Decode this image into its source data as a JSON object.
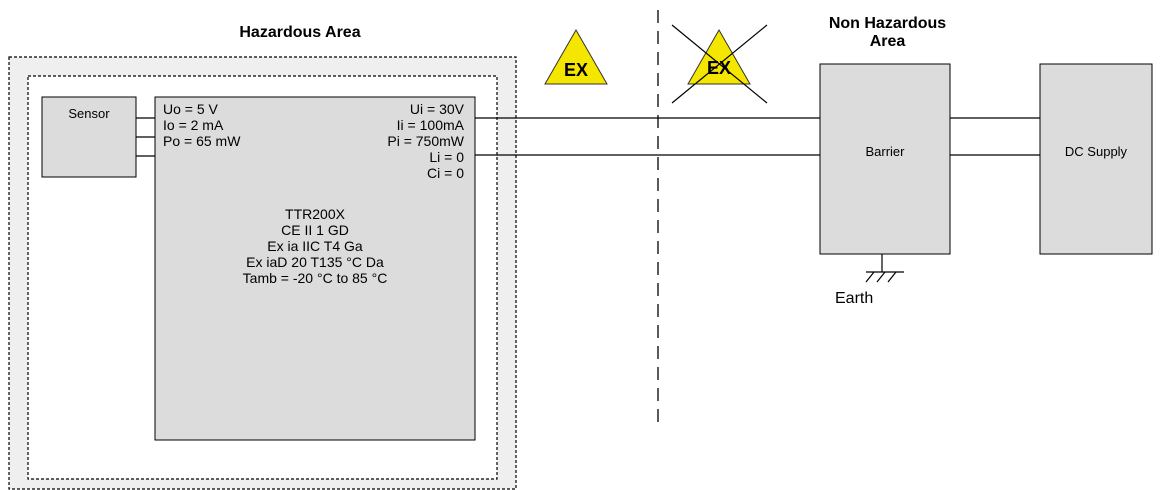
{
  "hazardous_area": {
    "title": "Hazardous Area"
  },
  "non_hazardous_area": {
    "title_line1": "Non Hazardous",
    "title_line2": "Area"
  },
  "ex_marks": {
    "allowed_text": "EX",
    "forbidden_text": "EX",
    "warning_color": "#f5e600"
  },
  "sensor": {
    "label": "Sensor"
  },
  "sensor_outputs": [
    "Uo = 5 V",
    "Io = 2 mA",
    "Po = 65 mW"
  ],
  "device_inputs": [
    "Ui = 30V",
    "Ii = 100mA",
    "Pi = 750mW",
    "Li = 0",
    "Ci = 0"
  ],
  "device_marking": [
    "TTR200X",
    "CE II 1 GD",
    "Ex ia IIC T4 Ga",
    "Ex iaD 20 T135 °C Da",
    "Tamb = -20 °C to 85 °C"
  ],
  "barrier": {
    "label": "Barrier"
  },
  "dc_supply": {
    "label": "DC Supply"
  },
  "earth": {
    "label": "Earth"
  },
  "colors": {
    "box_fill": "#dcdcdc",
    "outer_area_fill": "#efefef",
    "line": "#000000"
  }
}
